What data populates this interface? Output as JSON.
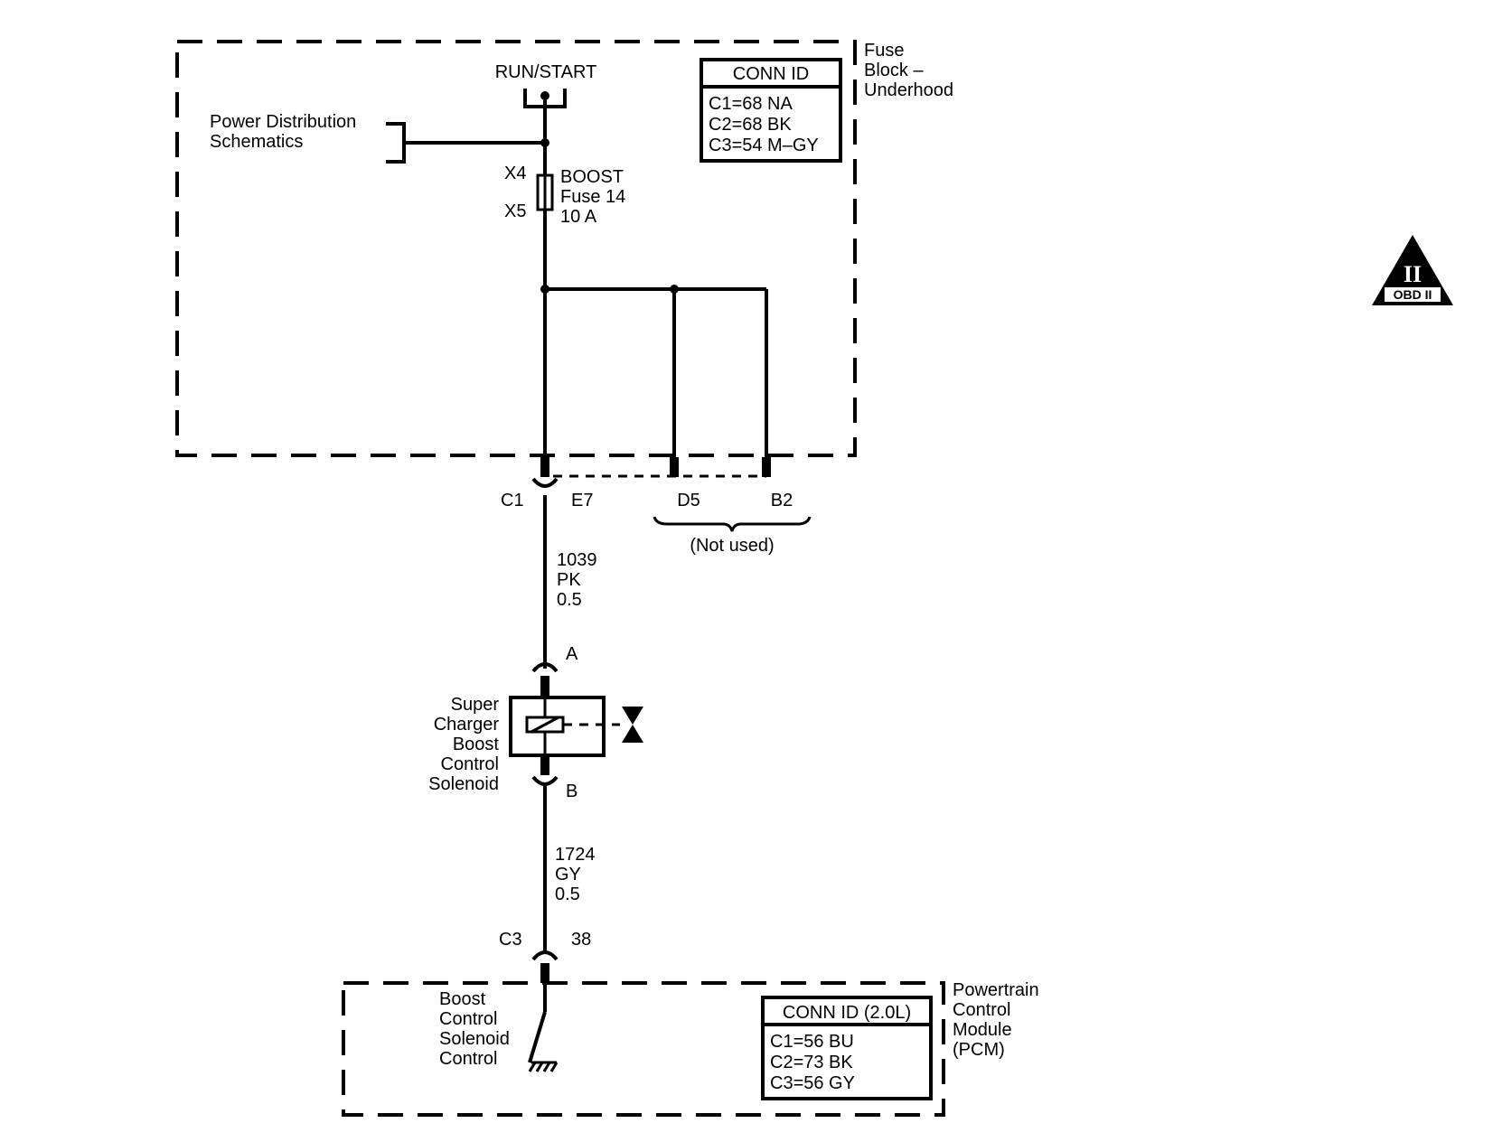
{
  "fuse_block": {
    "label_lines": [
      "Fuse",
      "Block –",
      "Underhood"
    ],
    "run_start": "RUN/START",
    "power_dist_lines": [
      "Power Distribution",
      "Schematics"
    ],
    "conn_id": {
      "title": "CONN ID",
      "rows": [
        "C1=68 NA",
        "C2=68 BK",
        "C3=54 M–GY"
      ]
    },
    "fuse": {
      "top_terminal": "X4",
      "bottom_terminal": "X5",
      "lines": [
        "BOOST",
        "Fuse 14",
        "10 A"
      ]
    },
    "connector": "C1",
    "pins": {
      "used": "E7",
      "unused_1": "D5",
      "unused_2": "B2"
    },
    "not_used": "(Not used)"
  },
  "wire_1": {
    "circuit": "1039",
    "color": "PK",
    "gauge": "0.5"
  },
  "solenoid": {
    "label_lines": [
      "Super",
      "Charger",
      "Boost",
      "Control",
      "Solenoid"
    ],
    "pin_a": "A",
    "pin_b": "B"
  },
  "wire_2": {
    "circuit": "1724",
    "color": "GY",
    "gauge": "0.5"
  },
  "pcm": {
    "connector": "C3",
    "pin": "38",
    "label_lines": [
      "Powertrain",
      "Control",
      "Module",
      "(PCM)"
    ],
    "control_lines": [
      "Boost",
      "Control",
      "Solenoid",
      "Control"
    ],
    "conn_id": {
      "title": "CONN ID (2.0L)",
      "rows": [
        "C1=56 BU",
        "C2=73 BK",
        "C3=56 GY"
      ]
    }
  },
  "badge": {
    "roman": "II",
    "text": "OBD II"
  }
}
